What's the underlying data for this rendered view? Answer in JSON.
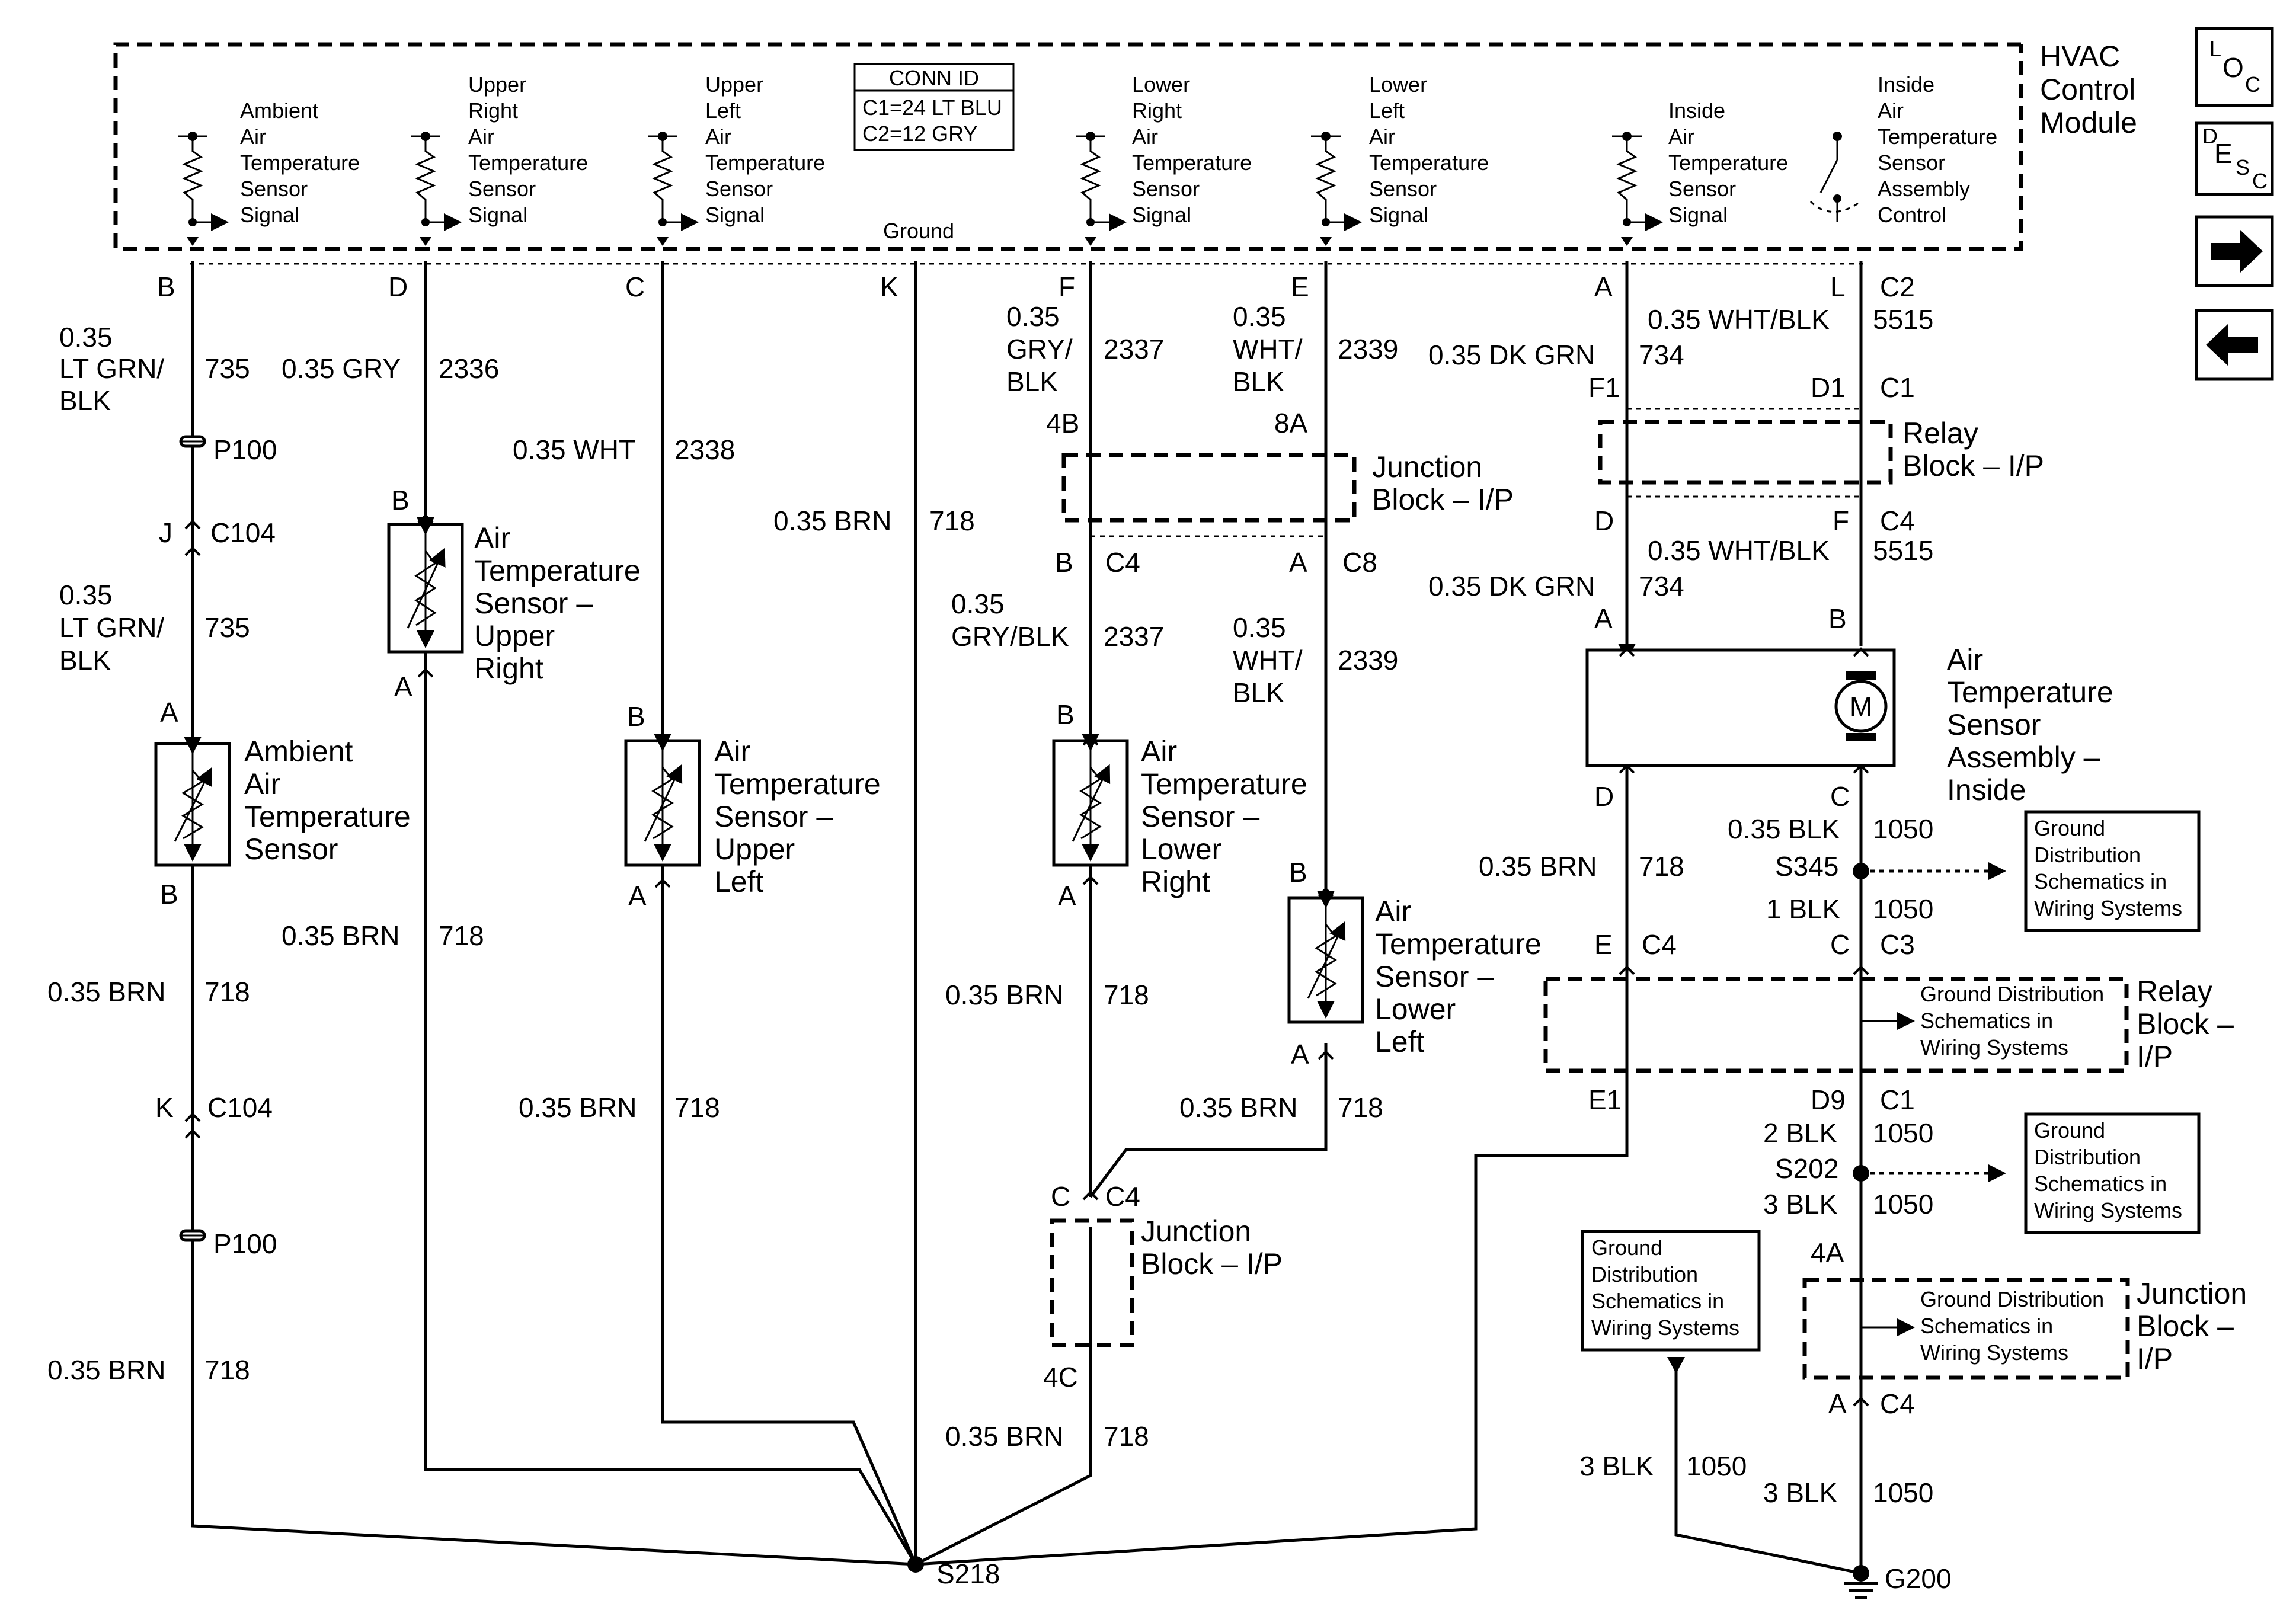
{
  "module": {
    "title": [
      "HVAC",
      "Control",
      "Module"
    ],
    "conn_id": [
      "CONN ID",
      "C1=24 LT BLU",
      "C2=12 GRY"
    ],
    "ground_label": "Ground",
    "signals": [
      [
        "Ambient",
        "Air",
        "Temperature",
        "Sensor",
        "Signal"
      ],
      [
        "Upper",
        "Right",
        "Air",
        "Temperature",
        "Sensor",
        "Signal"
      ],
      [
        "Upper",
        "Left",
        "Air",
        "Temperature",
        "Sensor",
        "Signal"
      ],
      [
        "Lower",
        "Right",
        "Air",
        "Temperature",
        "Sensor",
        "Signal"
      ],
      [
        "Lower",
        "Left",
        "Air",
        "Temperature",
        "Sensor",
        "Signal"
      ],
      [
        "Inside",
        "Air",
        "Temperature",
        "Sensor",
        "Signal"
      ],
      [
        "Inside",
        "Air",
        "Temperature",
        "Sensor",
        "Assembly",
        "Control"
      ]
    ],
    "pins": [
      "B",
      "D",
      "C",
      "K",
      "F",
      "E",
      "A",
      "L",
      "C2"
    ]
  },
  "nav": {
    "loc": [
      "L",
      "O",
      "C"
    ],
    "desc": [
      "D",
      "E",
      "S",
      "C"
    ]
  },
  "wires": {
    "w735a": [
      "0.35",
      "LT GRN/",
      "BLK",
      "735"
    ],
    "w735b": [
      "0.35",
      "LT GRN/",
      "BLK",
      "735"
    ],
    "w2336": [
      "0.35 GRY",
      "2336"
    ],
    "w2338": [
      "0.35 WHT",
      "2338"
    ],
    "w718k": [
      "0.35 BRN",
      "718"
    ],
    "w2337a": [
      "0.35",
      "GRY/",
      "BLK",
      "2337"
    ],
    "w2337b": [
      "0.35",
      "GRY/BLK",
      "2337"
    ],
    "w2339a": [
      "0.35",
      "WHT/",
      "BLK",
      "2339"
    ],
    "w2339b": [
      "0.35",
      "WHT/",
      "BLK",
      "2339"
    ],
    "w734a": [
      "0.35 DK GRN",
      "734"
    ],
    "w734b": [
      "0.35 DK GRN",
      "734"
    ],
    "w5515a": [
      "0.35 WHT/BLK",
      "5515"
    ],
    "w5515b": [
      "0.35 WHT/BLK",
      "5515"
    ],
    "brn718": [
      "0.35 BRN",
      "718"
    ],
    "blk1050": [
      "0.35 BLK",
      "1050",
      "1 BLK",
      "1050",
      "2 BLK",
      "1050",
      "3 BLK",
      "1050",
      "3 BLK",
      "1050",
      "3 BLK",
      "1050"
    ]
  },
  "connectors": {
    "p100": "P100",
    "c104": "C104",
    "j": "J",
    "k": "K",
    "a": "A",
    "b": "B",
    "c4": "C4",
    "c8": "C8",
    "c1": "C1",
    "c3": "C3",
    "c": "C",
    "d": "D",
    "e": "E",
    "f": "F",
    "f1": "F1",
    "d1": "D1",
    "d9": "D9",
    "e1": "E1",
    "four_b": "4B",
    "eight_a": "8A",
    "four_c": "4C",
    "four_a": "4A"
  },
  "components": {
    "ambient": [
      "Ambient",
      "Air",
      "Temperature",
      "Sensor"
    ],
    "upper_right": [
      "Air",
      "Temperature",
      "Sensor –",
      "Upper",
      "Right"
    ],
    "upper_left": [
      "Air",
      "Temperature",
      "Sensor –",
      "Upper",
      "Left"
    ],
    "lower_right": [
      "Air",
      "Temperature",
      "Sensor –",
      "Lower",
      "Right"
    ],
    "lower_left": [
      "Air",
      "Temperature",
      "Sensor –",
      "Lower",
      "Left"
    ],
    "inside": [
      "Air",
      "Temperature",
      "Sensor",
      "Assembly –",
      "Inside"
    ],
    "motor": "M",
    "jb_top": [
      "Junction",
      "Block – I/P"
    ],
    "jb_bottom": [
      "Junction",
      "Block – I/P"
    ],
    "relay_top": [
      "Relay",
      "Block – I/P"
    ],
    "relay_mid": [
      "Relay",
      "Block –",
      "I/P"
    ],
    "jb_right": [
      "Junction",
      "Block –",
      "I/P"
    ]
  },
  "grounds": {
    "gd_text": [
      "Ground",
      "Distribution",
      "Schematics in",
      "Wiring Systems"
    ],
    "gd_inline": [
      "Ground Distribution",
      "Schematics in",
      "Wiring Systems"
    ],
    "s345": "S345",
    "s202": "S202",
    "s218": "S218",
    "g200": "G200"
  }
}
